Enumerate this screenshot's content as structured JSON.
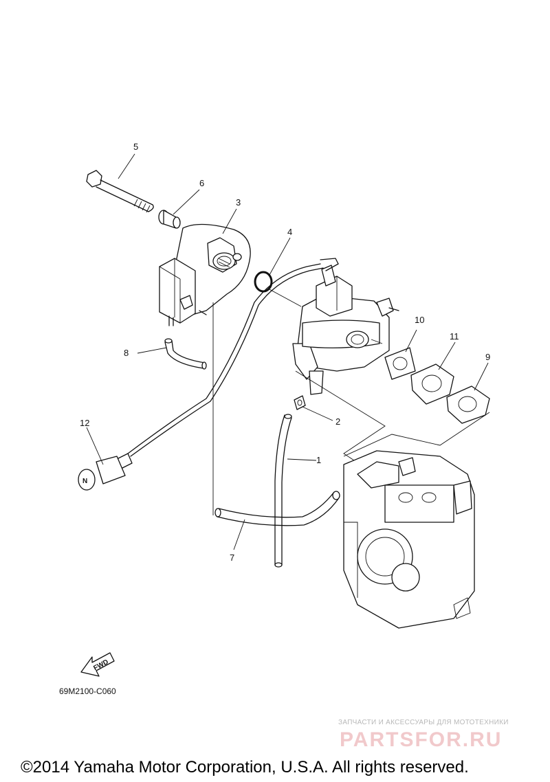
{
  "diagram": {
    "callouts": {
      "c1": "1",
      "c2": "2",
      "c3": "3",
      "c4": "4",
      "c5": "5",
      "c6": "6",
      "c7": "7",
      "c8": "8",
      "c9": "9",
      "c10": "10",
      "c11": "11",
      "c12": "12"
    },
    "fwd_label": "FWD",
    "diagram_code": "69M2100-C060"
  },
  "watermark": {
    "tagline": "ЗАПЧАСТИ И АКСЕССУАРЫ ДЛЯ МОТОТЕХНИКИ",
    "brand": "PARTSFOR.RU"
  },
  "footer": {
    "copyright": "©2014 Yamaha Motor Corporation, U.S.A. All rights reserved."
  }
}
